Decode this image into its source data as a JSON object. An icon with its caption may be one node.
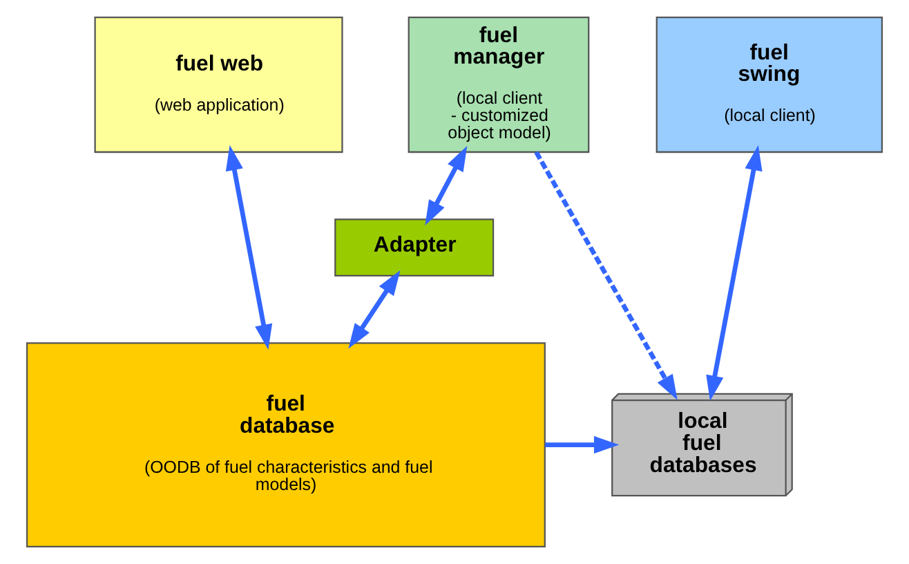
{
  "diagram": {
    "nodes": [
      {
        "text": [
          "fuel web",
          "(web application)"
        ]
      },
      {
        "text": [
          "fuel manager",
          "(local client - customized object model)"
        ]
      },
      {
        "text": [
          "fuel swing",
          "(local client)"
        ]
      },
      {
        "text": [
          "Adapter"
        ]
      },
      {
        "text": [
          "fuel database",
          "(OODB of fuel characteristics and fuel models)"
        ]
      },
      {
        "text": [
          "local fuel databases"
        ]
      }
    ],
    "edges": [
      {
        "from": 0,
        "to": 4,
        "arrow": "both"
      },
      {
        "from": 1,
        "to": 3,
        "arrow": "both"
      },
      {
        "from": 3,
        "to": 4,
        "arrow": "both"
      },
      {
        "from": 1,
        "to": 5,
        "arrow": "to",
        "style": "dashed"
      },
      {
        "from": 2,
        "to": 5,
        "arrow": "both"
      },
      {
        "from": 4,
        "to": 5,
        "arrow": "to"
      }
    ]
  }
}
